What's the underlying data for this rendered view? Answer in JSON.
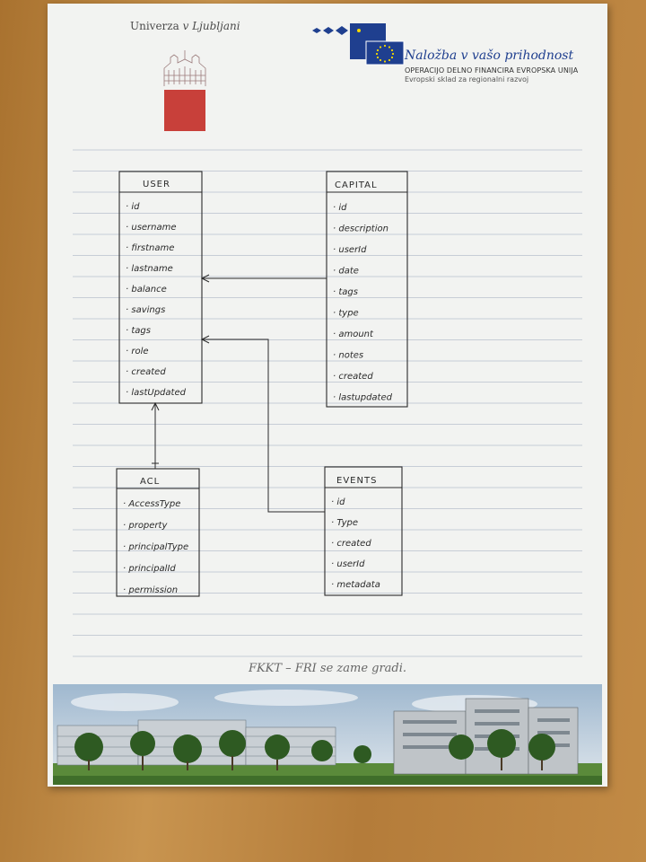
{
  "header": {
    "university_prefix": "Univerza ",
    "university_italic": "v Ljubljani",
    "eu_title": "Naložba v vašo prihodnost",
    "eu_subtitle_1": "OPERACIJO DELNO FINANCIRA EVROPSKA UNIJA",
    "eu_subtitle_2": "Evropski sklad za regionalni razvoj"
  },
  "diagram": {
    "entities": [
      {
        "id": "user",
        "title": "USER",
        "fields": [
          "id",
          "username",
          "firstname",
          "lastname",
          "balance",
          "savings",
          "tags",
          "role",
          "created",
          "lastUpdated"
        ]
      },
      {
        "id": "capital",
        "title": "CAPITAL",
        "fields": [
          "id",
          "description",
          "userId",
          "date",
          "tags",
          "type",
          "amount",
          "notes",
          "created",
          "lastupdated"
        ]
      },
      {
        "id": "acl",
        "title": "ACL",
        "fields": [
          "AccessType",
          "property",
          "principalType",
          "principalId",
          "permission"
        ]
      },
      {
        "id": "events",
        "title": "EVENTS",
        "fields": [
          "id",
          "Type",
          "created",
          "userId",
          "metadata"
        ]
      }
    ],
    "relations": [
      {
        "from": "capital.userId",
        "to": "user.lastname"
      },
      {
        "from": "events.userId",
        "to": "user.tags"
      },
      {
        "from": "acl",
        "to": "user"
      }
    ]
  },
  "footer": {
    "caption": "FKKT – FRI se zame gradi."
  },
  "colors": {
    "paper": "#f2f3f1",
    "ruling": "#b9c0cc",
    "ink": "#2a2a2a",
    "eu_blue": "#1f3f8f",
    "crest_red": "#c8403a"
  }
}
